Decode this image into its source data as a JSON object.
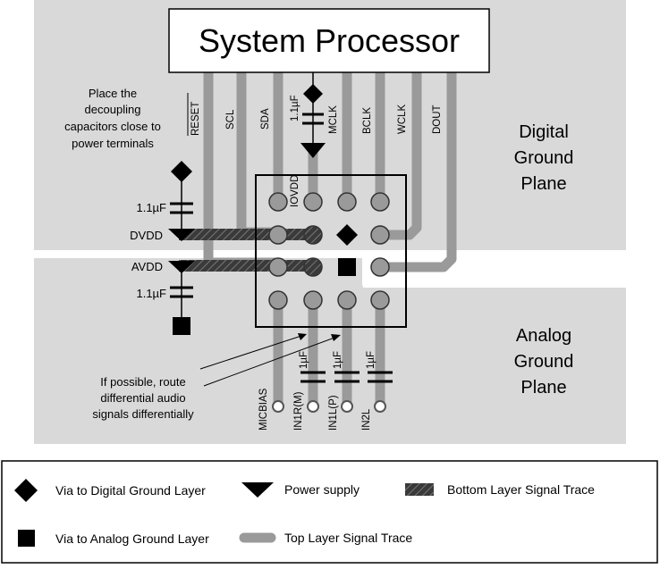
{
  "processor": {
    "title": "System Processor"
  },
  "processor_pins": [
    "RESET",
    "SCL",
    "SDA",
    "1.1µF",
    "MCLK",
    "BCLK",
    "WCLK",
    "DOUT"
  ],
  "iovdd_label": "IOVDD",
  "note_decoupling": [
    "Place the",
    "decoupling",
    "capacitors close to",
    "power terminals"
  ],
  "note_differential": [
    "If possible, route",
    "differential audio",
    "signals differentially"
  ],
  "power_labels": {
    "dvdd": "DVDD",
    "avdd": "AVDD",
    "cap_top": "1.1µF",
    "cap_bottom": "1.1µF"
  },
  "ground_planes": {
    "digital": [
      "Digital",
      "Ground",
      "Plane"
    ],
    "analog": [
      "Analog",
      "Ground",
      "Plane"
    ]
  },
  "bottom_pins": [
    "MICBIAS",
    "IN1R(M)",
    "IN1L(P)",
    "IN2L"
  ],
  "bottom_caps": [
    "1µF",
    "1µF",
    "1µF"
  ],
  "legend": {
    "via_digital": "Via to Digital Ground Layer",
    "power_supply": "Power supply",
    "bottom_trace": "Bottom Layer Signal Trace",
    "via_analog": "Via to Analog Ground Layer",
    "top_trace": "Top Layer Signal Trace"
  },
  "colors": {
    "plane": "#d9d9d9",
    "trace_top": "#9a9a9a",
    "trace_bottom": "#3a3a3a",
    "black": "#000000"
  }
}
